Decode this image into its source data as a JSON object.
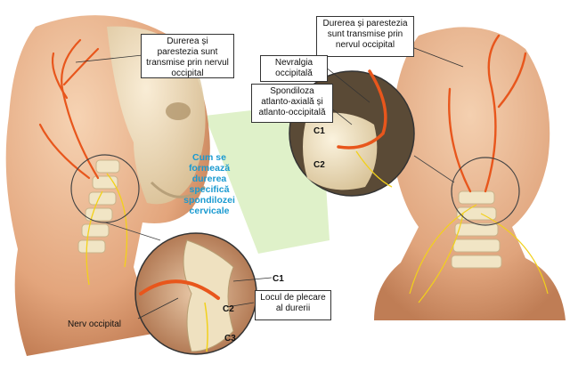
{
  "callouts": {
    "left_pain": "Durerea și parestezia sunt transmise prin nervul occipital",
    "right_pain": "Durerea și parestezia sunt transmise prin nervul occipital",
    "neuralgia": "Nevralgia occipitală",
    "spondylosis": "Spondiloza atlanto-axială și atlanto-occipitală",
    "pain_origin": "Locul de plecare al durerii"
  },
  "center_title": "Cum se formează durerea specifică spondilozei cervicale",
  "labels": {
    "nerve": "Nerv occipital",
    "c1_bottom": "C1",
    "c2_bottom": "C2",
    "c3_bottom": "C3",
    "c1_top": "C1",
    "c2_top": "C2"
  },
  "colors": {
    "skin": "#e9b893",
    "skin_shade": "#c98a62",
    "bone": "#efe3c4",
    "nerve": "#e8561c",
    "nerve_yellow": "#f2d11a",
    "accent": "#1a9ad0",
    "highlight": "#cfe9a6"
  }
}
